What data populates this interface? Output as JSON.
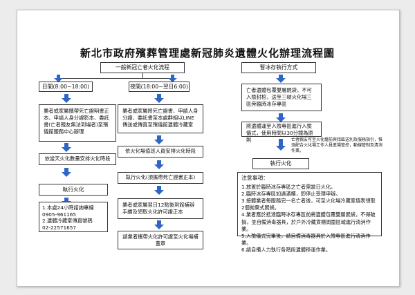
{
  "title": "新北市政府殯葬管理處新冠肺炎遺體火化辦理流程圖",
  "left": {
    "header": "一般新冠亡者火化流程",
    "day": {
      "label": "日間(8:00~18:00)",
      "step1": "業者或家屬攜帶死亡證明書正本、申請人身分證影本、委託書(亡者親友無法到場者)至殯儀館服務中心辦理",
      "step2": "依當天火化數量安排火化時段",
      "step3": "執行火化",
      "contact": "1.本處24小時諮詢專線\n   0905-961165\n2.遺體冷藏室傳真號碼\n   02-22571657"
    },
    "night": {
      "label": "夜間(18:00~翌日6:00)",
      "step1": "業者或家屬將死亡證書、申請人身分證、委託書至本處群組以LINE傳送或傳真至殯儀館遺體冷藏室",
      "step2": "依火化場值班人員安排火化時段",
      "step3": "執行火化(須攜帶死亡證書正本)",
      "step4": "業者或家屬翌日12點後到館補辦手續及領取火化許可證正本",
      "step5": "請業者攜帶火化許可證至火化場補蓋章"
    }
  },
  "right": {
    "header": "暫冰存執行方式",
    "step1": "亡者遺體包覆雙層屍袋，不可入殮封棺，送至三峽火化場三區旁臨時冰存專區",
    "step2": "將遺體運至入殮專區進行入殮儀式，使用時間以30分鐘為原則",
    "side_note": "亡者親友可至火化爐前與拜區送別及服務指引，惟須配合火化場工作人員進場管控，動線管制及清消作業。",
    "step3": "執行火化",
    "notes_title": "注意事項：",
    "notes": [
      "1.放置於臨時冰存專區之亡者需當日火化。",
      "2.臨時冰存專區如遇滿櫃，即停止受理申辦。",
      "3.接體業者每服務完一名亡者後，可至火化場冷藏室填表領取2個拋棄式屍袋。",
      "4.業者應於抵達臨時冰存專區前將遺體包覆雙層屍袋，不得破損，並自備消毒器具，於戶外冷藏貨櫃周圍區域進行清消作業。",
      "5.入殮儀式完畢後，請自備消毒器具於入殮專區進行清消作業。",
      "6.請自備人力執行各階段遺體移運作業。"
    ]
  },
  "colors": {
    "arrow": "#2f66c4",
    "line": "#333333"
  }
}
